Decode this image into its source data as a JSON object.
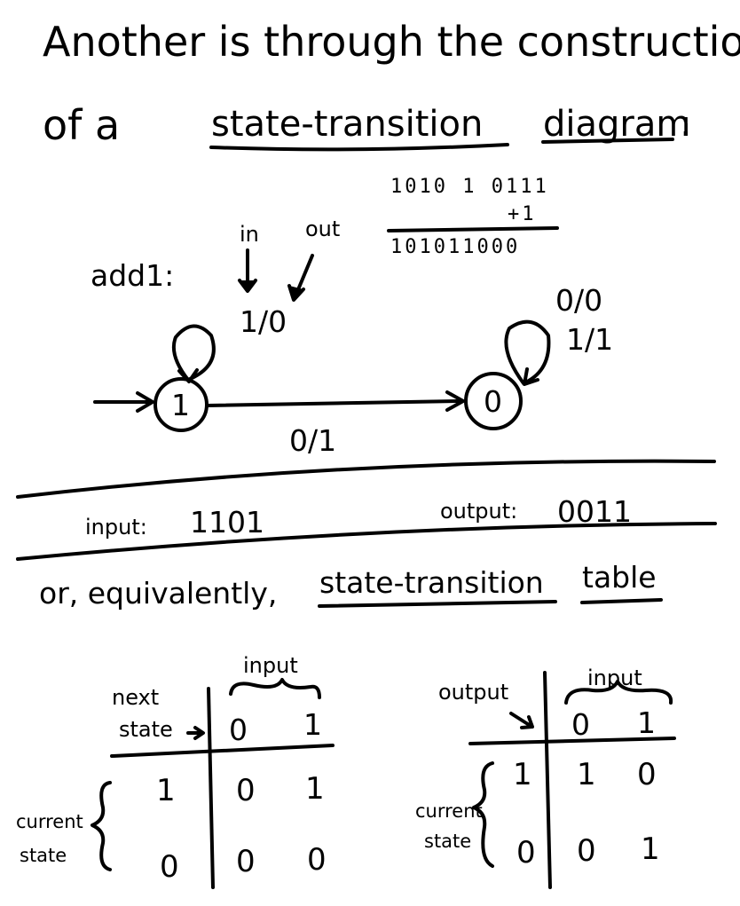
{
  "heading": {
    "line1": "Another is through the construction",
    "line2_prefix": "of a",
    "line2_term1": "state-transition",
    "line2_term2": "diagram",
    "line2_suffix": ":"
  },
  "addition": {
    "row1": "1010 1 0111",
    "row2": "+1",
    "row3": "101011000"
  },
  "machine": {
    "label": "add1:",
    "in_label": "in",
    "out_label": "out",
    "state_start": "1",
    "state_end": "0",
    "loop_start_label": "1/0",
    "loop_end_label_a": "0/0",
    "loop_end_label_b": "1/1",
    "transition_label": "0/1"
  },
  "io": {
    "input_label": "input:",
    "input_value": "1101",
    "output_label": "output:",
    "output_value": "0011"
  },
  "equivalent": {
    "prefix": "or, equivalently,",
    "term1": "state-transition",
    "term2": "table"
  },
  "table_next": {
    "corner_line1": "next",
    "corner_line2": "state",
    "input_header": "input",
    "columns": [
      "0",
      "1"
    ],
    "row_group_line1": "current",
    "row_group_line2": "state",
    "rows": [
      {
        "state": "1",
        "values": [
          "0",
          "1"
        ]
      },
      {
        "state": "0",
        "values": [
          "0",
          "0"
        ]
      }
    ]
  },
  "table_output": {
    "corner": "output",
    "input_header": "input",
    "columns": [
      "0",
      "1"
    ],
    "row_group_line1": "current",
    "row_group_line2": "state",
    "rows": [
      {
        "state": "1",
        "values": [
          "1",
          "0"
        ]
      },
      {
        "state": "0",
        "values": [
          "0",
          "1"
        ]
      }
    ]
  }
}
